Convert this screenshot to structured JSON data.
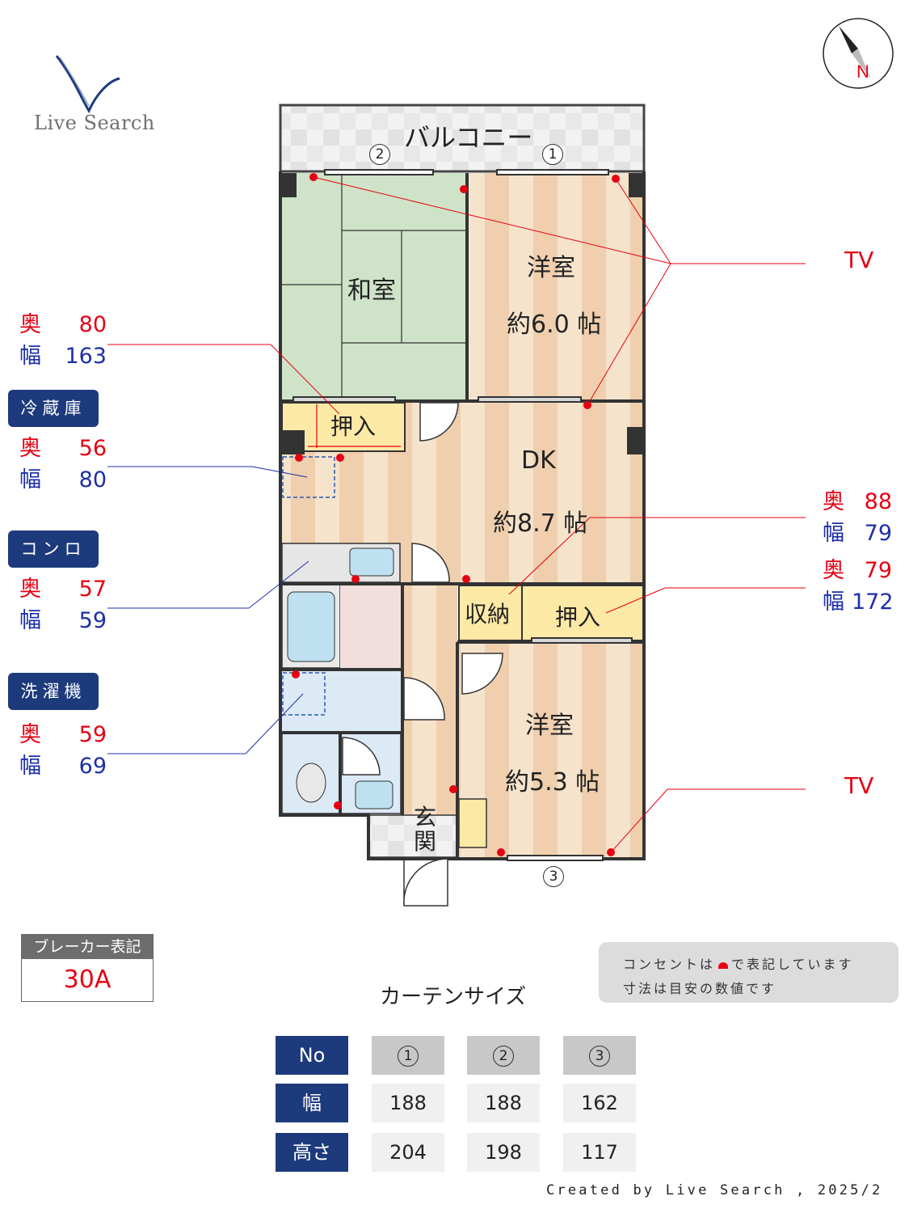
{
  "logo": {
    "text": "Live Search"
  },
  "compass": {
    "label": "N"
  },
  "rooms": {
    "balcony": "バルコニー",
    "washitsu": "和室",
    "western1": "洋室",
    "western1_size": "約6.0 帖",
    "oshiire1": "押入",
    "dk": "DK",
    "dk_size": "約8.7 帖",
    "shuno": "収納",
    "oshiire2": "押入",
    "western2": "洋室",
    "western2_size": "約5.3 帖",
    "entrance": "玄関"
  },
  "window_markers": {
    "w1": "1",
    "w2": "2",
    "w3": "3"
  },
  "tv_labels": {
    "tv1": "TV",
    "tv2": "TV"
  },
  "dimensions_left": [
    {
      "depth_label": "奥",
      "depth": "80",
      "width_label": "幅",
      "width": "163"
    },
    {
      "appliance": "冷蔵庫",
      "depth_label": "奥",
      "depth": "56",
      "width_label": "幅",
      "width": "80"
    },
    {
      "appliance": "コンロ",
      "depth_label": "奥",
      "depth": "57",
      "width_label": "幅",
      "width": "59"
    },
    {
      "appliance": "洗濯機",
      "depth_label": "奥",
      "depth": "59",
      "width_label": "幅",
      "width": "69"
    }
  ],
  "dimensions_right": [
    {
      "depth_label": "奥",
      "depth": "88",
      "width_label": "幅",
      "width": "79"
    },
    {
      "depth_label": "奥",
      "depth": "79",
      "width_label": "幅",
      "width": "172"
    }
  ],
  "breaker": {
    "title": "ブレーカー表記",
    "value": "30A"
  },
  "legend": {
    "line1_prefix": "コンセントは",
    "line1_suffix": "で表記しています",
    "line2": "寸法は目安の数値です"
  },
  "curtain": {
    "title": "カーテンサイズ",
    "headers": [
      "No",
      "幅",
      "高さ"
    ],
    "columns": [
      {
        "no": "1",
        "width": "188",
        "height": "204"
      },
      {
        "no": "2",
        "width": "188",
        "height": "198"
      },
      {
        "no": "3",
        "width": "162",
        "height": "117"
      }
    ]
  },
  "credit": "Created by Live Search , 2025/2",
  "colors": {
    "red": "#e60012",
    "blue": "#1d2fa8",
    "navy": "#1d3a7c",
    "tatami": "#cfe3c8",
    "floor_light": "#f6e3cc",
    "floor_stripe": "#efcfae",
    "storage": "#fde9a6",
    "wet": "#dceaf6"
  }
}
